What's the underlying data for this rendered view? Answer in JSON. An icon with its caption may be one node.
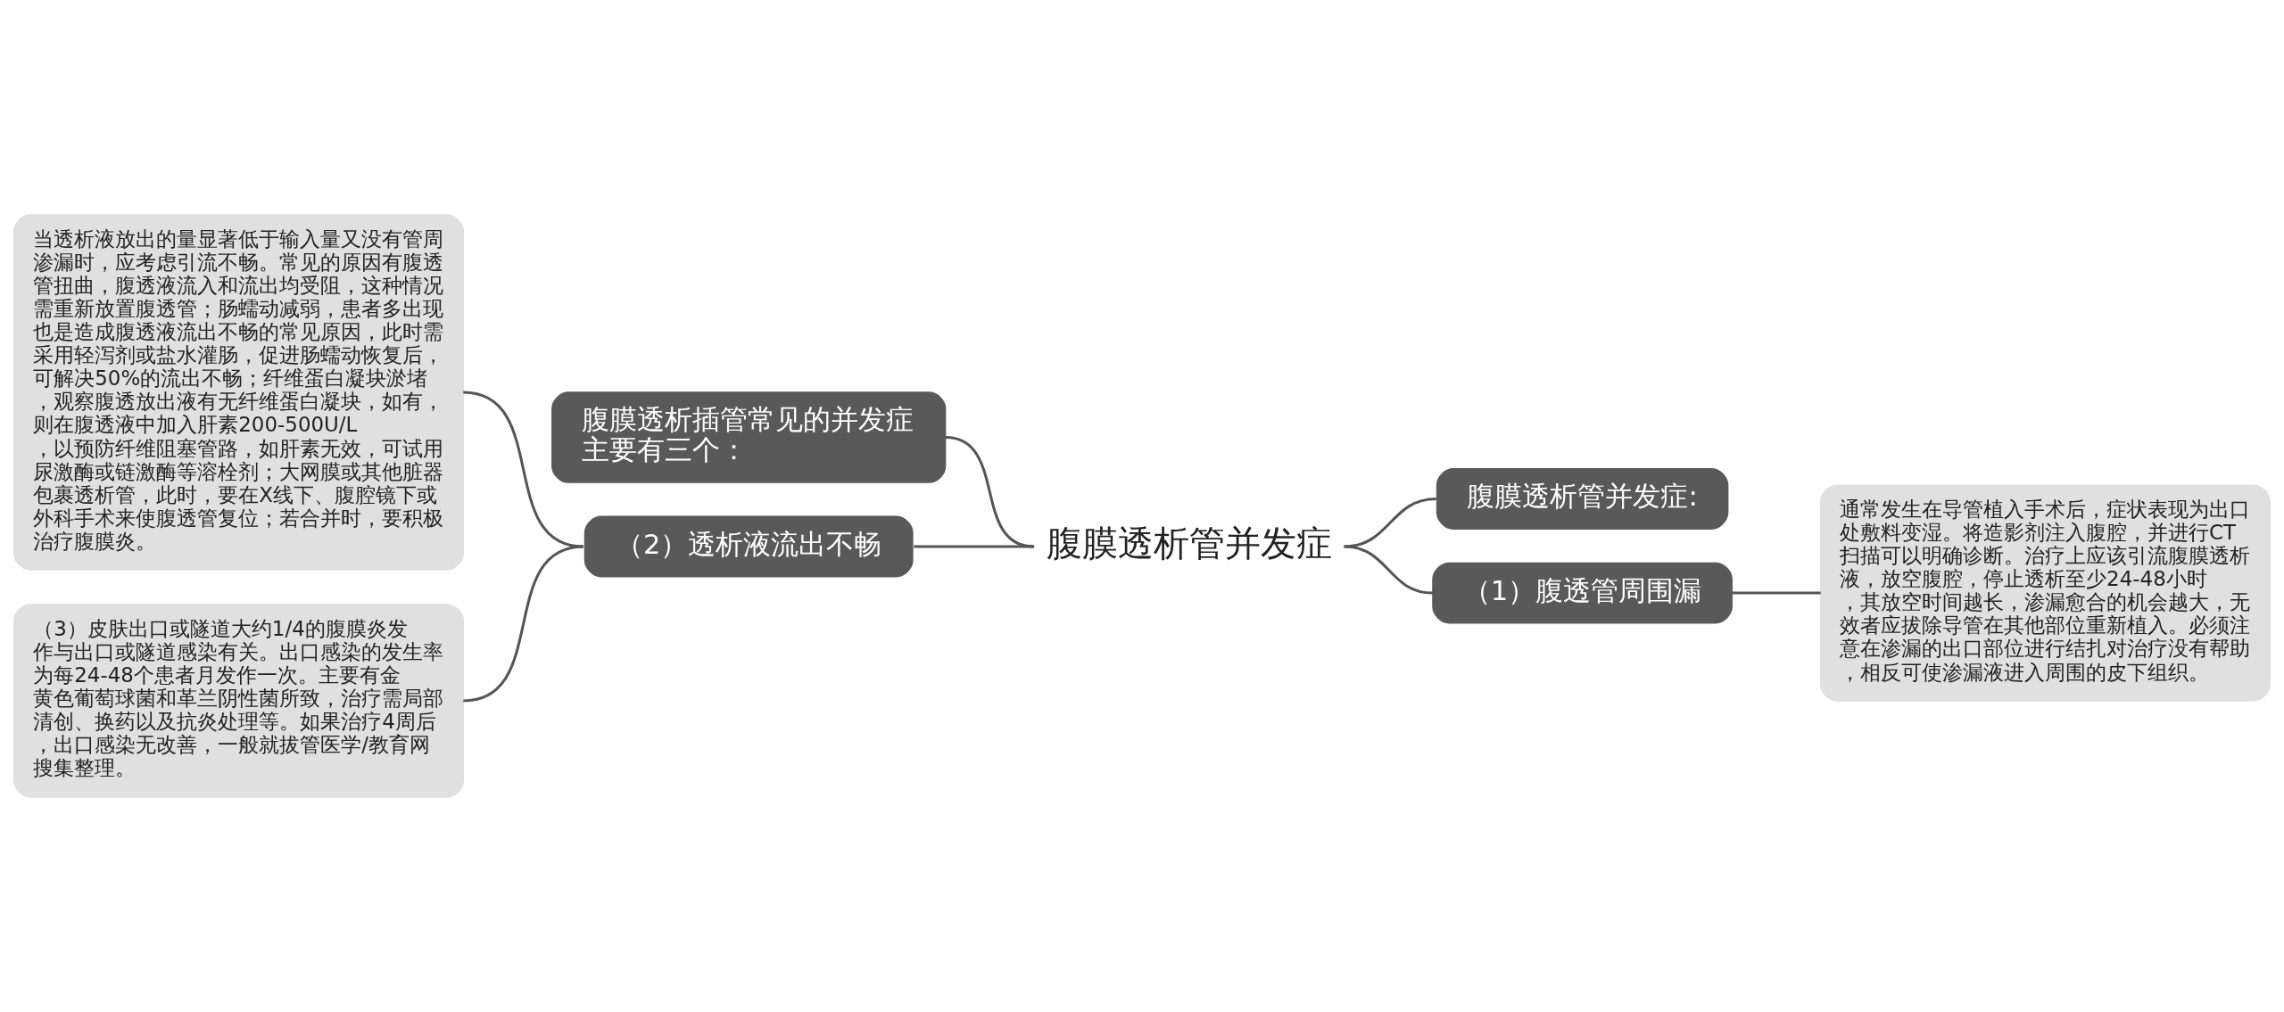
{
  "diagram": {
    "nodes": [
      {
        "text": [
          "腹膜透析管并发症"
        ]
      },
      {
        "text": [
          "腹膜透析插管常见的并发症主要有三个："
        ]
      },
      {
        "text": [
          "腹膜透析管并发症:"
        ]
      },
      {
        "text": [
          "（1）腹透管周围漏"
        ]
      },
      {
        "text": [
          "通常发生在导管植入手术后，症状表现为出口处敷料变湿。将造影剂注入腹腔，并进行CT扫描可以明确诊断。治疗上应该引流腹膜透析液，放空腹腔，停止透析至少24-48小时，其放空时间越长，渗漏愈合的机会越大，无效者应拔除导管在其他部位重新植入。必须注意在渗漏的出口部位进行结扎对治疗没有帮助，相反可使渗漏液进入周围的皮下组织。"
        ]
      },
      {
        "text": [
          "（2）透析液流出不畅"
        ]
      },
      {
        "text": [
          "当透析液放出的量显著低于输入量又没有管周渗漏时，应考虑引流不畅。常见的原因有腹透管扭曲，腹透液流入和流出均受阻，这种情况需重新放置腹透管；肠蠕动减弱，患者多出现也是造成腹透液流出不畅的常见原因，此时需采用轻泻剂或盐水灌肠，促进肠蠕动恢复后，可解决50%的流出不畅；纤维蛋白凝块淤堵，观察腹透放出液有无纤维蛋白凝块，如有，则在腹透液中加入肝素200-500U/L，以预防纤维阻塞管路，如肝素无效，可试用尿激酶或链激酶等溶栓剂；大网膜或其他脏器包裹透析管，此时，要在X线下、腹腔镜下或外科手术来使腹透管复位；若合并时，要积极治疗腹膜炎。"
        ]
      },
      {
        "text": [
          "（3）皮肤出口或隧道大约1/4的腹膜炎发作与出口或隧道感染有关。出口感染的发生率为每24-48个患者月发作一次。主要有金黄色葡萄球菌和革兰阴性菌所致，治疗需局部清创、换药以及抗炎处理等。如果治疗4周后，出口感染无改善，一般就拔管医学/教育网搜集整理。"
        ]
      }
    ],
    "edges": [
      {
        "from": 0,
        "to": 1,
        "arrow": "none"
      },
      {
        "from": 0,
        "to": 2,
        "arrow": "none"
      },
      {
        "from": 0,
        "to": 3,
        "arrow": "none"
      },
      {
        "from": 3,
        "to": 4,
        "arrow": "none"
      },
      {
        "from": 0,
        "to": 5,
        "arrow": "none"
      },
      {
        "from": 5,
        "to": 6,
        "arrow": "none"
      },
      {
        "from": 5,
        "to": 7,
        "arrow": "none"
      }
    ]
  }
}
